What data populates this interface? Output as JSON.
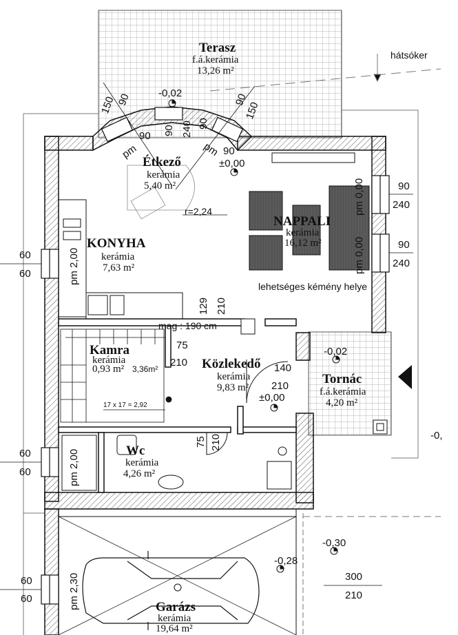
{
  "rooms": {
    "terasz": {
      "name": "Terasz",
      "material": "f.á.kerámia",
      "area": "13,26 m²"
    },
    "etkezo": {
      "name": "Étkező",
      "material": "kerámia",
      "area": "5,40 m²"
    },
    "nappali": {
      "name": "NAPPALI",
      "material": "kerámia",
      "area": "16,12 m²"
    },
    "konyha": {
      "name": "KONYHA",
      "material": "kerámia",
      "area": "7,63 m²"
    },
    "kamra": {
      "name": "Kamra",
      "material": "kerámia",
      "area": "0,93 m²"
    },
    "kozleked": {
      "name": "Közlekedő",
      "material": "kerámia",
      "area": "9,83 m²"
    },
    "tornac": {
      "name": "Tornác",
      "material": "f.á.kerámia",
      "area": "4,20 m²"
    },
    "wc": {
      "name": "Wc",
      "material": "kerámia",
      "area": "4,26 m²"
    },
    "garazs": {
      "name": "Garázs",
      "material": "kerámia",
      "area": "19,64 m²"
    }
  },
  "levels": {
    "terasz_top": "-0,02",
    "etkezo": "±0,00",
    "tornac": "-0,02",
    "kozleked": "±0,00",
    "garage_right": "-0,30",
    "garage_mid": "-0,28",
    "edge_right": "-0,"
  },
  "notes": {
    "hatsokert": "hátsóker",
    "chimney": "lehetséges kémény helye",
    "mag": "mag : 190 cm",
    "radius": "r=2,24",
    "stairs": "17 x 17 = 2,92",
    "kamra_area2": "3,36m²"
  },
  "dims": {
    "bay_150_left": "150",
    "bay_90_left": "90",
    "bay_90_right": "90",
    "bay_150_right": "150",
    "bay_pm": "pm",
    "bay_90a": "90",
    "bay_90b": "90",
    "bay_240a": "240",
    "bay_90c": "90",
    "bay_pm2": "pm",
    "bay_90d": "90",
    "nap_w1_top": "90",
    "nap_w1_bot": "240",
    "nap_w2_top": "90",
    "nap_w2_bot": "240",
    "nap_pm1": "pm 0,00",
    "nap_pm2": "pm 0,00",
    "konyha_w_top": "60",
    "konyha_w_bot": "60",
    "konyha_pm": "pm 2,00",
    "wc_w_top": "60",
    "wc_w_bot": "60",
    "wc_pm": "pm 2,00",
    "gar_w_top": "60",
    "gar_w_bot": "60",
    "gar_pm": "pm 2,30",
    "d129": "129",
    "d210a": "210",
    "d75a": "75",
    "d210b": "210",
    "d140": "140",
    "d210c": "210",
    "d75b": "75",
    "d210d": "210",
    "gar_door_top": "300",
    "gar_door_bot": "210"
  }
}
